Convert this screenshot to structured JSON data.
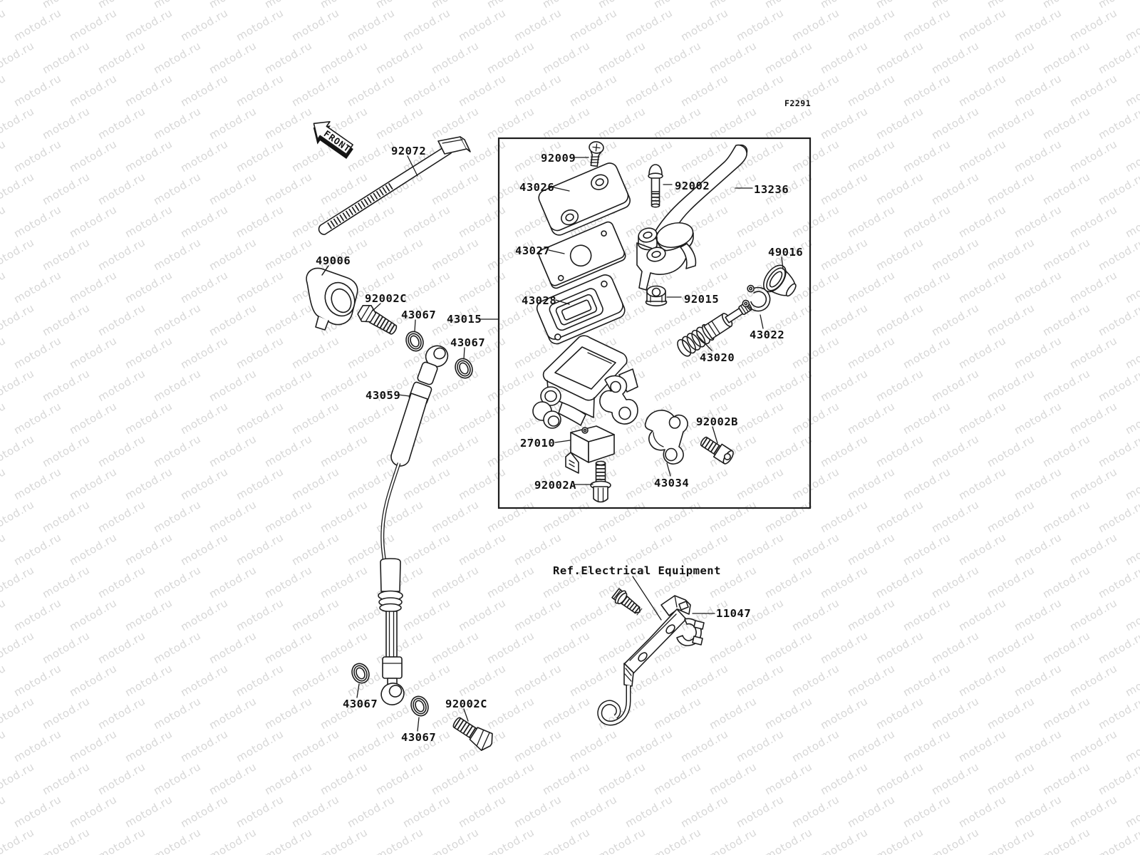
{
  "figure": {
    "code": "F2291",
    "front_arrow": "FRONT",
    "ref_note": "Ref.Electrical Equipment"
  },
  "watermark": {
    "text": "motod.ru"
  },
  "part_labels": [
    {
      "part": "92072"
    },
    {
      "part": "92009"
    },
    {
      "part": "43026"
    },
    {
      "part": "92002"
    },
    {
      "part": "13236"
    },
    {
      "part": "49016"
    },
    {
      "part": "43027"
    },
    {
      "part": "43028"
    },
    {
      "part": "92015"
    },
    {
      "part": "43022"
    },
    {
      "part": "43020"
    },
    {
      "part": "49006"
    },
    {
      "part": "92002C"
    },
    {
      "part": "43067"
    },
    {
      "part": "43015"
    },
    {
      "part": "43067"
    },
    {
      "part": "43059"
    },
    {
      "part": "27010"
    },
    {
      "part": "92002B"
    },
    {
      "part": "92002A"
    },
    {
      "part": "43034"
    },
    {
      "part": "43067"
    },
    {
      "part": "43067"
    },
    {
      "part": "92002C"
    },
    {
      "part": "11047"
    }
  ]
}
